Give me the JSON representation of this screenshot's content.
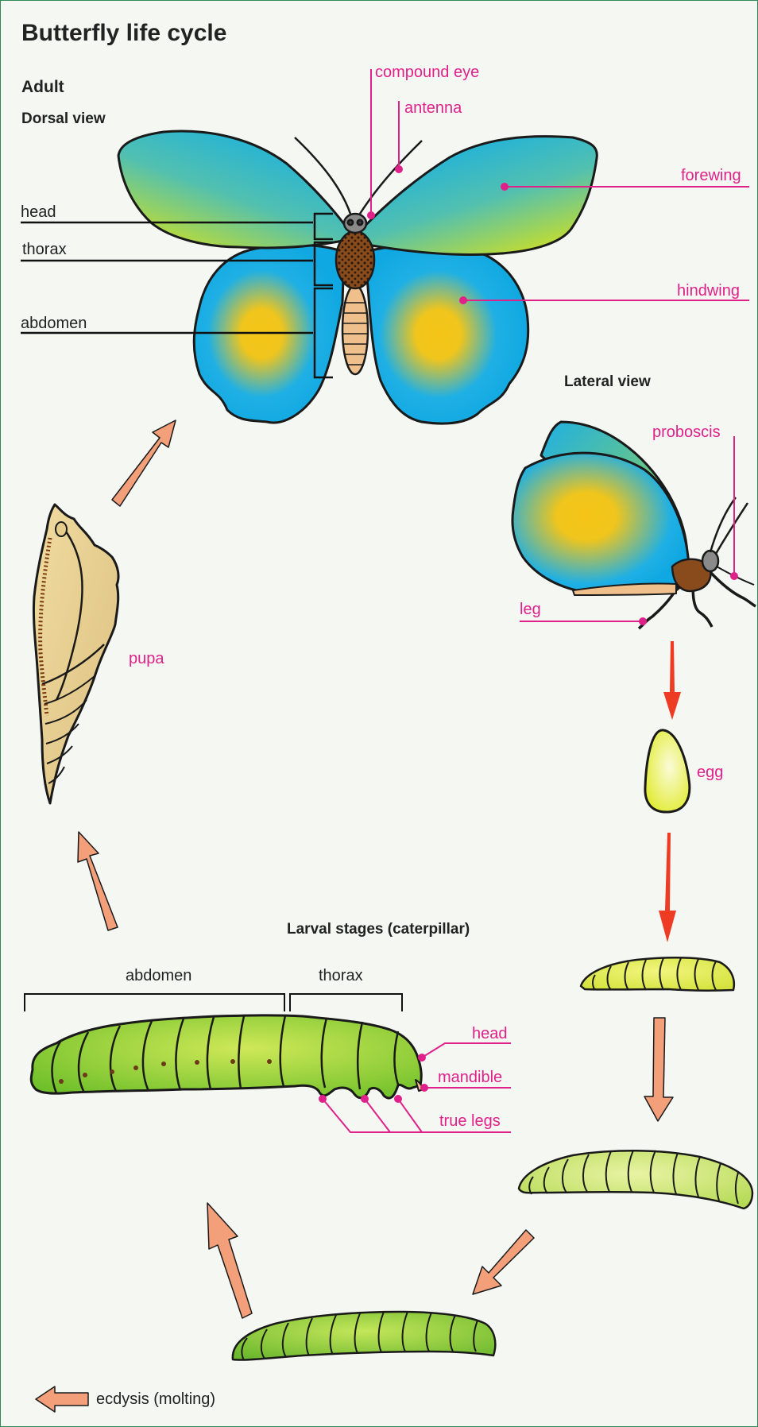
{
  "title": "Butterfly life cycle",
  "adult": {
    "heading": "Adult",
    "dorsal_view": "Dorsal view",
    "lateral_view": "Lateral view",
    "labels": {
      "compound_eye": "compound eye",
      "antenna": "antenna",
      "forewing": "forewing",
      "hindwing": "hindwing",
      "head": "head",
      "thorax": "thorax",
      "abdomen": "abdomen",
      "proboscis": "proboscis",
      "leg": "leg"
    }
  },
  "egg_label": "egg",
  "pupa_label": "pupa",
  "larva": {
    "heading": "Larval stages (caterpillar)",
    "abdomen": "abdomen",
    "thorax": "thorax",
    "head": "head",
    "mandible": "mandible",
    "true_legs": "true legs"
  },
  "legend": {
    "ecdysis": "ecdysis (molting)"
  },
  "colors": {
    "label_magenta": "#e0218a",
    "arrow_red": "#ee3b24",
    "arrow_salmon": "#f3a07a",
    "wing_blue": "#1fb0e4",
    "wing_yellow": "#f5c518",
    "caterpillar_green": "#7cc830",
    "pupa_tan": "#e6cd8c",
    "border_green": "#2e8b57"
  }
}
